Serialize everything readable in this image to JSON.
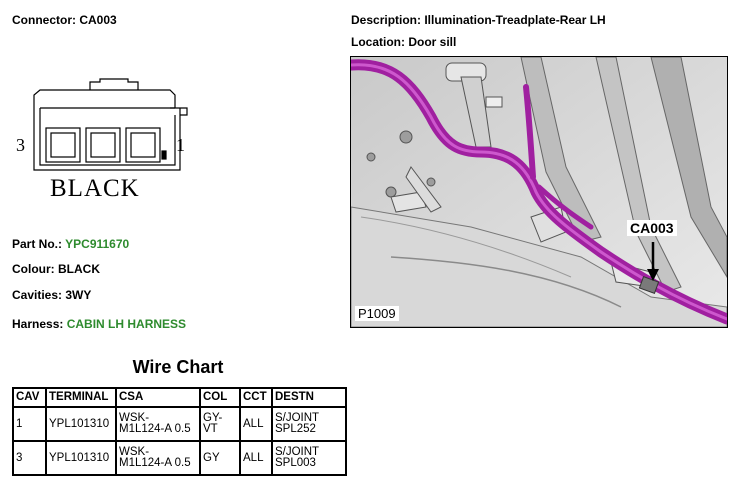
{
  "connector": {
    "label": "Connector: CA003"
  },
  "description": {
    "label": "Description: Illumination-Treadplate-Rear LH"
  },
  "location": {
    "label": "Location: Door sill"
  },
  "diagram": {
    "left_pin": "3",
    "right_pin": "1",
    "color_text": "BLACK"
  },
  "part_no": {
    "label": "Part No.:",
    "value": "YPC911670"
  },
  "colour": {
    "label": "Colour: BLACK"
  },
  "cavities": {
    "label": "Cavities: 3WY"
  },
  "harness": {
    "label": "Harness:",
    "value": "CABIN LH HARNESS"
  },
  "photo": {
    "callout": "CA003",
    "ref": "P1009",
    "harness_color": "#a020a0"
  },
  "wire_chart": {
    "title": "Wire Chart",
    "headers": [
      "CAV",
      "TERMINAL",
      "CSA",
      "COL",
      "CCT",
      "DESTN"
    ],
    "rows": [
      {
        "cav": "1",
        "terminal": "YPL101310",
        "csa": "WSK-\nM1L124-A 0.5",
        "col": "GY-\nVT",
        "cct": "ALL",
        "destn": "S/JOINT\nSPL252"
      },
      {
        "cav": "3",
        "terminal": "YPL101310",
        "csa": "WSK-\nM1L124-A 0.5",
        "col": "GY",
        "cct": "ALL",
        "destn": "S/JOINT\nSPL003"
      }
    ]
  },
  "colors": {
    "accent_green": "#2e8b2e"
  }
}
